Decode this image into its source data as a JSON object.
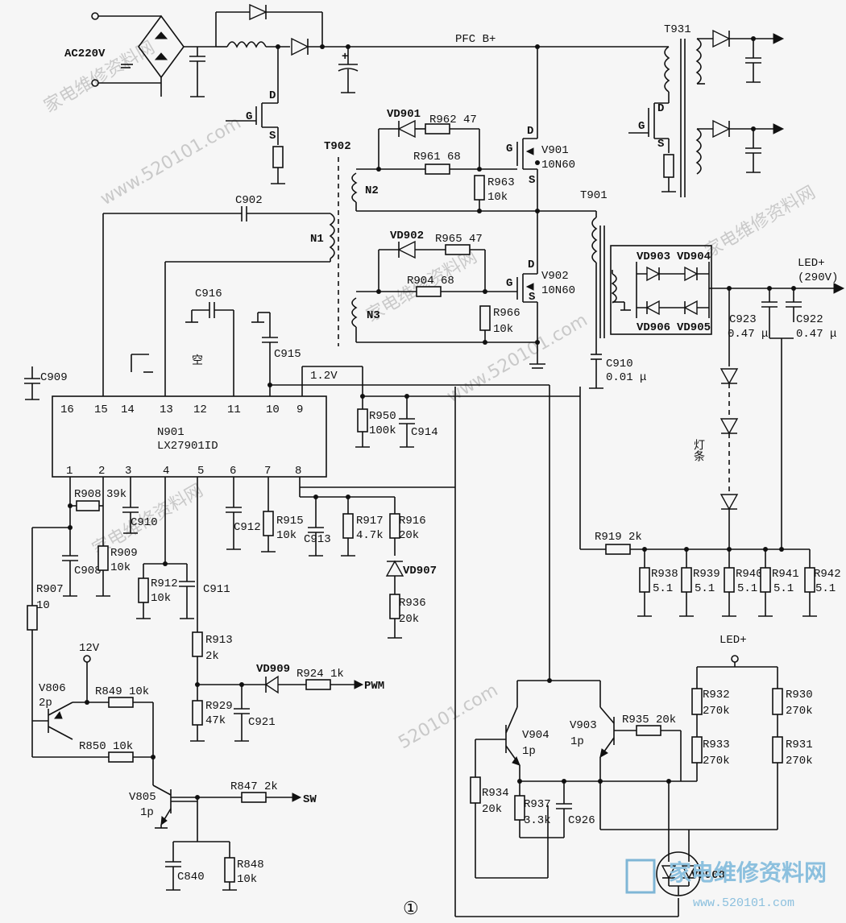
{
  "input": {
    "ac": "AC220V"
  },
  "rails": {
    "pfc": "PFC B+",
    "led_plus": "LED+",
    "led_voltage": "(290V)",
    "led_plus_bottom": "LED+",
    "v12": "12V",
    "ref12": "1.2V"
  },
  "transformers": {
    "t931": "T931",
    "t902": "T902",
    "t901": "T901",
    "n1": "N1",
    "n2": "N2",
    "n3": "N3"
  },
  "ic": {
    "ref": "N901",
    "part": "LX27901ID",
    "top_pins": [
      "16",
      "15",
      "14",
      "13",
      "12",
      "11",
      "10",
      "9"
    ],
    "bottom_pins": [
      "1",
      "2",
      "3",
      "4",
      "5",
      "6",
      "7",
      "8"
    ],
    "pin12_note": "空"
  },
  "mosfets": {
    "v901": "V901",
    "v901_part": "10N60",
    "v902": "V902",
    "v902_part": "10N60",
    "d": "D",
    "g": "G",
    "s": "S"
  },
  "parts": {
    "vd901": "VD901",
    "vd902": "VD902",
    "vd903": "VD903",
    "vd904": "VD904",
    "vd905": "VD905",
    "vd906": "VD906",
    "vd907": "VD907",
    "vd908": "VD908",
    "vd909": "VD909",
    "r962": "R962 47",
    "r961": "R961 68",
    "r963": "R963",
    "r963v": "10k",
    "r965": "R965 47",
    "r904": "R904 68",
    "r966": "R966",
    "r966v": "10k",
    "c902": "C902",
    "c916": "C916",
    "c915": "C915",
    "c909": "C909",
    "c910": "C910",
    "c910v": "0.01 μ",
    "c923": "C923",
    "c923v": "0.47 μ",
    "c922": "C922",
    "c922v": "0.47 μ",
    "r950": "R950",
    "r950v": "100k",
    "c914": "C914",
    "r908": "R908",
    "r908v": "39k",
    "c910b": "C910",
    "c908": "C908",
    "r909": "R909",
    "r909v": "10k",
    "r912": "R912",
    "r912v": "10k",
    "c911": "C911",
    "c912": "C912",
    "r915": "R915",
    "r915v": "10k",
    "c913": "C913",
    "r917": "R917",
    "r917v": "4.7k",
    "r916": "R916",
    "r916v": "20k",
    "r936": "R936",
    "r936v": "20k",
    "r919": "R919 2k",
    "r938": "R938",
    "r939": "R939",
    "r940": "R940",
    "r941": "R941",
    "r942": "R942",
    "r5v": "5.1",
    "r907": "R907",
    "r907v": "10",
    "r913": "R913",
    "r913v": "2k",
    "r929": "R929",
    "r929v": "47k",
    "c921": "C921",
    "r924": "R924 1k",
    "pwm": "PWM",
    "v806": "V806",
    "v806t": "2p",
    "r849": "R849 10k",
    "r850": "R850 10k",
    "v805": "V805",
    "v805t": "1p",
    "r847": "R847 2k",
    "sw": "SW",
    "c840": "C840",
    "r848": "R848",
    "r848v": "10k",
    "v904": "V904",
    "v904t": "1p",
    "v903": "V903",
    "v903t": "1p",
    "r935": "R935 20k",
    "r934": "R934",
    "r934v": "20k",
    "r937": "R937",
    "r937v": "3.3k",
    "c926": "C926",
    "r932": "R932",
    "r932v": "270k",
    "r933": "R933",
    "r933v": "270k",
    "r930": "R930",
    "r930v": "270k",
    "r931": "R931",
    "r931v": "270k",
    "ledstrip": "灯条"
  },
  "figure_number": "①",
  "watermarks": [
    "家电维修资料网",
    "www.520101.com",
    "家电维修资料网",
    "www.520101.com",
    "家电维修资料网",
    "家电维修资料网",
    "520101.com"
  ],
  "logo": {
    "text": "家电维修资料网",
    "url": "www.520101.com"
  }
}
